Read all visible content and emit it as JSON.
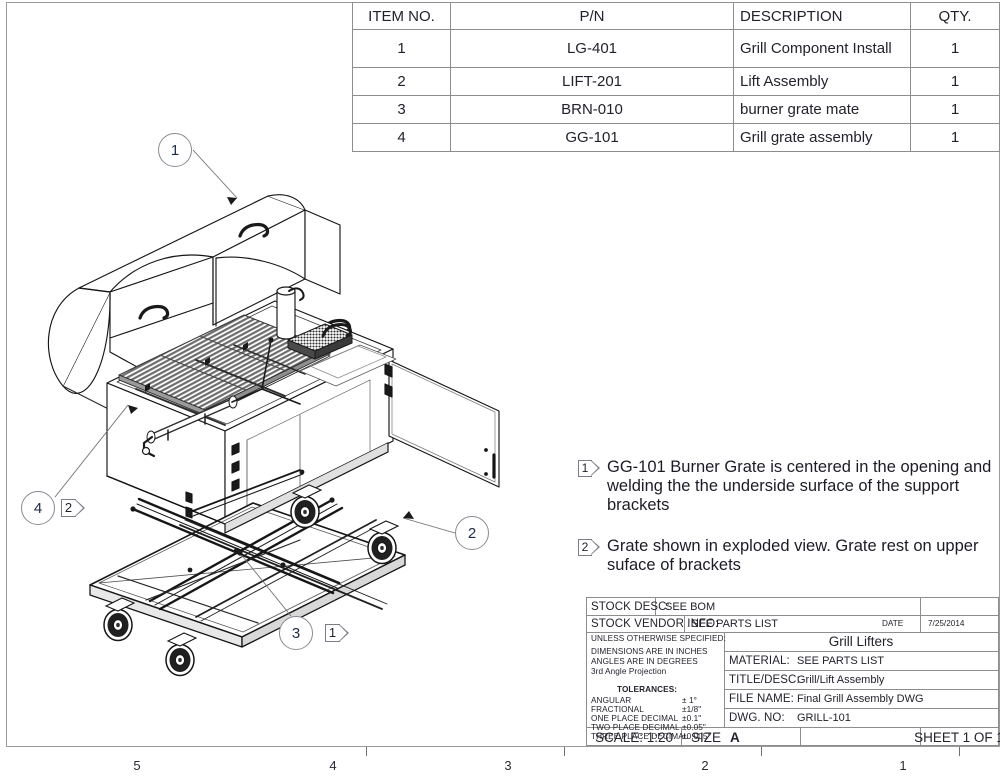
{
  "sheet": {
    "zone_numbers": [
      "5",
      "4",
      "3",
      "2",
      "1"
    ]
  },
  "bom": {
    "headers": [
      "ITEM NO.",
      "P/N",
      "DESCRIPTION",
      "QTY."
    ],
    "rows": [
      {
        "item": "1",
        "pn": "LG-401",
        "description": "Grill Component Install",
        "qty": "1"
      },
      {
        "item": "2",
        "pn": "LIFT-201",
        "description": "Lift Assembly",
        "qty": "1"
      },
      {
        "item": "3",
        "pn": "BRN-010",
        "description": "burner grate mate",
        "qty": "1"
      },
      {
        "item": "4",
        "pn": "GG-101",
        "description": "Grill grate assembly",
        "qty": "1"
      }
    ]
  },
  "notes": [
    {
      "flag": "1",
      "text": "GG-101 Burner Grate is centered in the opening and welding the the underside surface of the support brackets"
    },
    {
      "flag": "2",
      "text": "Grate shown in exploded view. Grate rest on upper suface of brackets"
    }
  ],
  "balloons": [
    {
      "number": "1"
    },
    {
      "number": "4"
    },
    {
      "number": "2"
    },
    {
      "number": "3"
    }
  ],
  "drawing_flags": [
    {
      "number": "2"
    },
    {
      "number": "1"
    }
  ],
  "titleblock": {
    "stock_desc_label": "STOCK DESC:",
    "stock_desc_value": "SEE BOM",
    "stock_vendor_label": "STOCK VENDOR INFO:",
    "stock_vendor_value": "SEE PARTS LIST",
    "date_label": "DATE",
    "date_value": "7/25/2014",
    "spec_heading": "UNLESS OTHERWISE SPECIFIED:",
    "spec_lines": [
      "DIMENSIONS ARE IN INCHES",
      "ANGLES ARE IN DEGREES",
      "3rd Angle Projection"
    ],
    "tolerances_heading": "TOLERANCES:",
    "tolerances": [
      {
        "label": "ANGULAR",
        "value": "± 1°"
      },
      {
        "label": "FRACTIONAL",
        "value": "±1/8\""
      },
      {
        "label": "ONE PLACE DECIMAL",
        "value": "±0.1\""
      },
      {
        "label": "TWO PLACE DECIMAL",
        "value": "±0.05\""
      },
      {
        "label": "THREE PLACE DECIMAL",
        "value": "±0.005\""
      }
    ],
    "company": "Grill Lifters",
    "material_label": "MATERIAL:",
    "material_value": "SEE PARTS LIST",
    "title_label": "TITLE/DESC:",
    "title_value": "Grill/Lift Assembly",
    "filename_label": "FILE NAME:",
    "filename_value": "Final Grill Assembly DWG",
    "dwgno_label": "DWG. NO:",
    "dwgno_value": "GRILL-101",
    "scale": "SCALE: 1:20",
    "size_label": "SIZE",
    "size_value": "A",
    "sheet": "SHEET 1 OF 1"
  },
  "colors": {
    "frame": "#9a9a9a",
    "table_border": "#8d8d8d",
    "line": "#1a1a1a",
    "balloon_text": "#1f2a44"
  }
}
